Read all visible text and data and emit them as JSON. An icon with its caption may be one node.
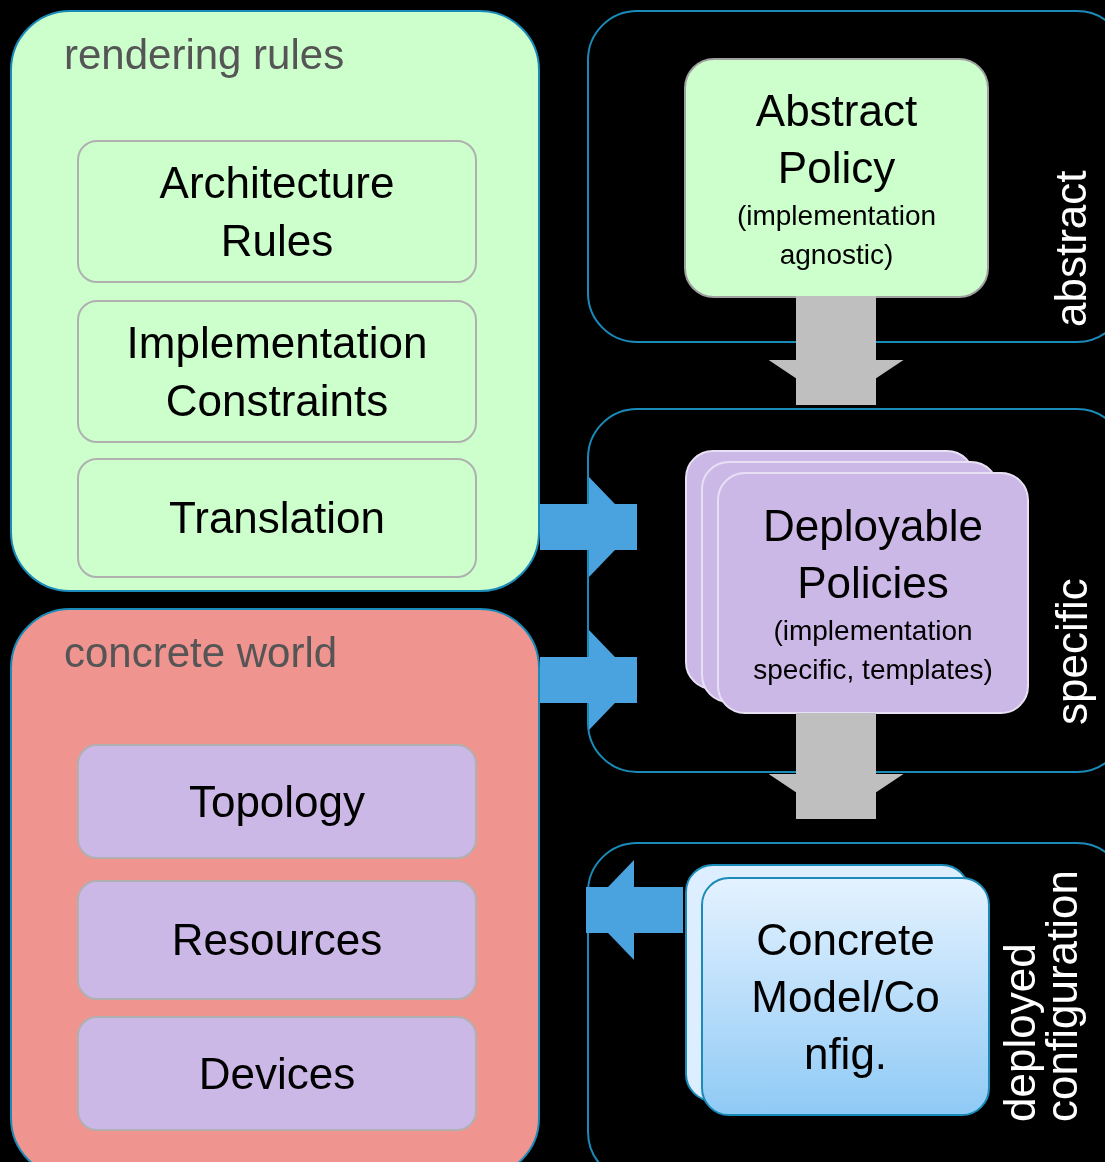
{
  "diagram": {
    "nodes": [
      {
        "text": [
          "rendering rules"
        ]
      },
      {
        "text": [
          "Architecture Rules"
        ],
        "in": 0
      },
      {
        "text": [
          "Implementation Constraints"
        ],
        "in": 0
      },
      {
        "text": [
          "Translation"
        ],
        "in": 0
      },
      {
        "text": [
          "concrete world"
        ]
      },
      {
        "text": [
          "Topology"
        ],
        "in": 4
      },
      {
        "text": [
          "Resources"
        ],
        "in": 4
      },
      {
        "text": [
          "Devices"
        ],
        "in": 4
      },
      {
        "text": [
          "abstract"
        ]
      },
      {
        "text": [
          "Abstract Policy",
          "(implementation agnostic)"
        ],
        "in": 8
      },
      {
        "text": [
          "specific"
        ]
      },
      {
        "text": [
          "Deployable Policies",
          "(implementation specific, templates)"
        ],
        "in": 10
      },
      {
        "text": [
          "deployed configuration"
        ]
      },
      {
        "text": [
          "Concrete Model/Config."
        ],
        "in": 12
      }
    ],
    "edges": [
      {
        "from": 9,
        "to": 11,
        "arrow": "to",
        "color": "#bfbfbf"
      },
      {
        "from": 0,
        "to": 11,
        "arrow": "to"
      },
      {
        "from": 4,
        "to": 11,
        "arrow": "to"
      },
      {
        "from": 11,
        "to": 13,
        "arrow": "to",
        "color": "#bfbfbf"
      },
      {
        "from": 13,
        "to": 4,
        "arrow": "to"
      }
    ]
  }
}
